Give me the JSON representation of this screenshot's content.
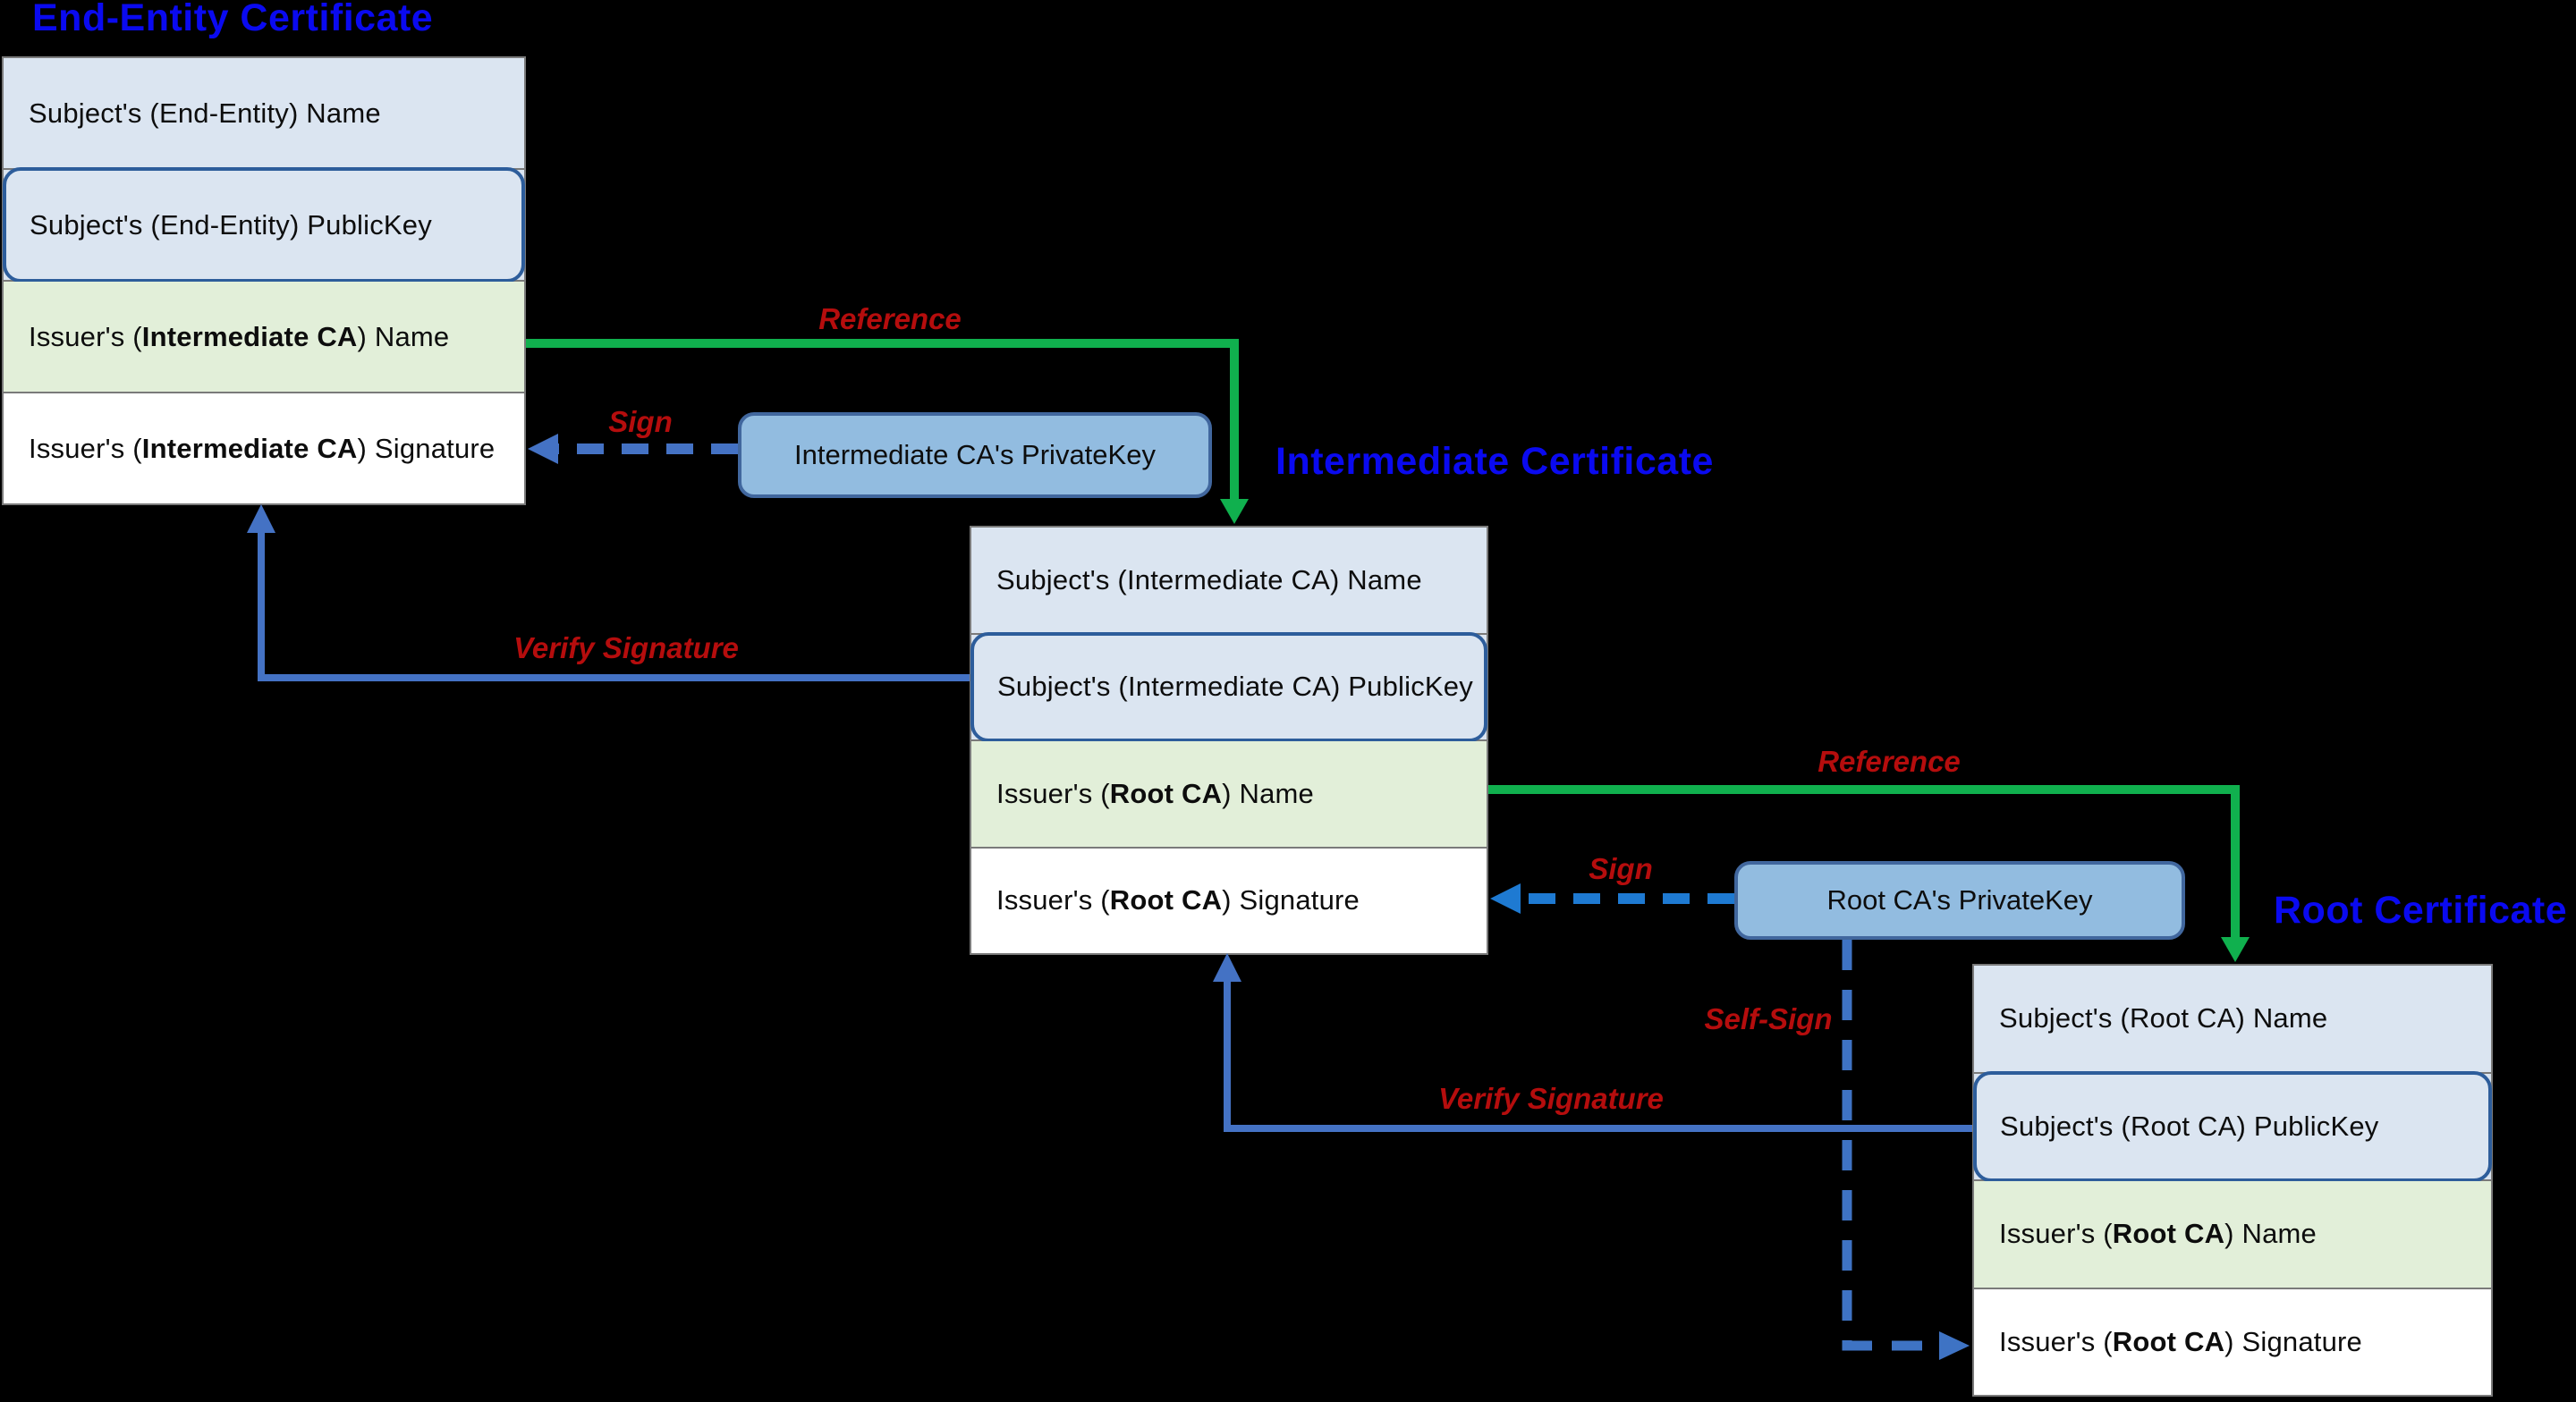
{
  "diagram": "X.509 certificate chain of trust",
  "colors": {
    "background": "#000000",
    "title_blue": "#0a0af0",
    "label_red": "#b50d0d",
    "reference_green": "#10b04e",
    "verify_blue": "#4472c4",
    "sign_dash_intermediate": "#4472c4",
    "sign_dash_root": "#1e7ad2",
    "self_sign_dash": "#3e73c4",
    "row_light_blue": "#dbe5f1",
    "row_light_green": "#e2efd9",
    "row_white": "#ffffff",
    "pubkey_border_blue": "#2d5d9b",
    "box_border_gray": "#7a7a7a",
    "private_key_fill": "#92bce0",
    "private_key_border": "#41679e",
    "text_black": "#0d0d0d"
  },
  "certificates": {
    "end_entity": {
      "title": "End-Entity Certificate",
      "rows": [
        {
          "prefix": "Subject's (End-Entity) Name",
          "bold": "",
          "suffix": ""
        },
        {
          "prefix": "Subject's (End-Entity) PublicKey",
          "bold": "",
          "suffix": ""
        },
        {
          "prefix": "Issuer's (",
          "bold": "Intermediate CA",
          "suffix": ") Name"
        },
        {
          "prefix": "Issuer's (",
          "bold": "Intermediate CA",
          "suffix": ") Signature"
        }
      ]
    },
    "intermediate": {
      "title": "Intermediate Certificate",
      "rows": [
        {
          "prefix": "Subject's (Intermediate CA) Name",
          "bold": "",
          "suffix": ""
        },
        {
          "prefix": "Subject's (Intermediate CA) PublicKey",
          "bold": "",
          "suffix": ""
        },
        {
          "prefix": "Issuer's (",
          "bold": "Root CA",
          "suffix": ") Name"
        },
        {
          "prefix": "Issuer's (",
          "bold": "Root CA",
          "suffix": ") Signature"
        }
      ]
    },
    "root": {
      "title": "Root Certificate",
      "rows": [
        {
          "prefix": "Subject's (Root CA) Name",
          "bold": "",
          "suffix": ""
        },
        {
          "prefix": "Subject's (Root CA) PublicKey",
          "bold": "",
          "suffix": ""
        },
        {
          "prefix": "Issuer's (",
          "bold": "Root CA",
          "suffix": ") Name"
        },
        {
          "prefix": "Issuer's (",
          "bold": "Root CA",
          "suffix": ") Signature"
        }
      ]
    }
  },
  "private_keys": {
    "intermediate": "Intermediate CA's PrivateKey",
    "root": "Root CA's PrivateKey"
  },
  "arrow_labels": {
    "reference_1": "Reference",
    "reference_2": "Reference",
    "sign_1": "Sign",
    "sign_2": "Sign",
    "verify_1": "Verify Signature",
    "verify_2": "Verify Signature",
    "self_sign": "Self-Sign"
  }
}
